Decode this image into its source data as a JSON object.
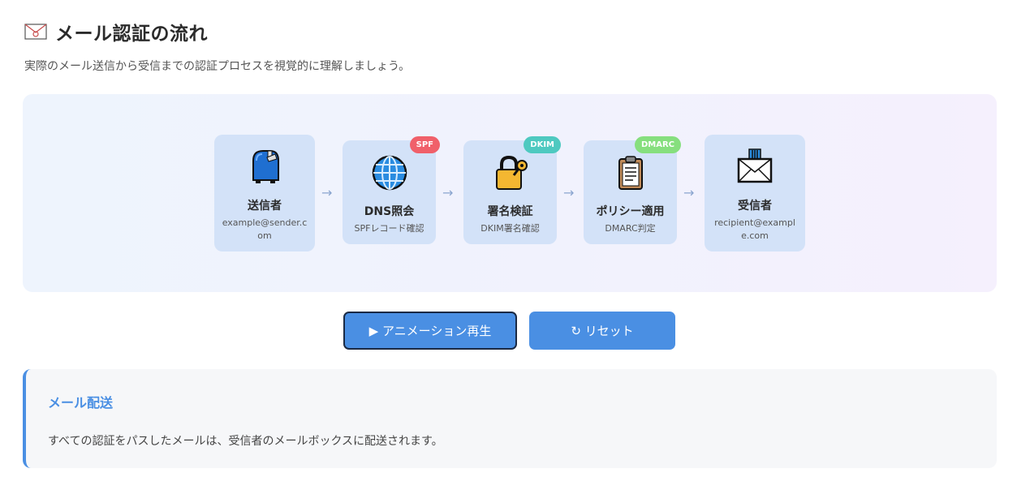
{
  "header": {
    "title": "メール認証の流れ",
    "subtitle": "実際のメール送信から受信までの認証プロセスを視覚的に理解しましょう。"
  },
  "flow": {
    "arrow": "→",
    "steps": [
      {
        "icon": "mailbox-icon",
        "name": "送信者",
        "desc": "example@sender.com",
        "badge": ""
      },
      {
        "icon": "globe-icon",
        "name": "DNS照会",
        "desc": "SPFレコード確認",
        "badge": "SPF",
        "badge_color": "#f0606a"
      },
      {
        "icon": "lock-key-icon",
        "name": "署名検証",
        "desc": "DKIM署名確認",
        "badge": "DKIM",
        "badge_color": "#4ec9c0"
      },
      {
        "icon": "clipboard-icon",
        "name": "ポリシー適用",
        "desc": "DMARC判定",
        "badge": "DMARC",
        "badge_color": "#86df7e"
      },
      {
        "icon": "inbox-tray-icon",
        "name": "受信者",
        "desc": "recipient@example.com",
        "badge": ""
      }
    ]
  },
  "controls": {
    "play_label": "▶ アニメーション再生",
    "reset_label": "↻ リセット"
  },
  "info": {
    "title": "メール配送",
    "text": "すべての認証をパスしたメールは、受信者のメールボックスに配送されます。"
  },
  "colors": {
    "accent": "#4a8fe3",
    "step_bg": "#d3e2f8"
  }
}
